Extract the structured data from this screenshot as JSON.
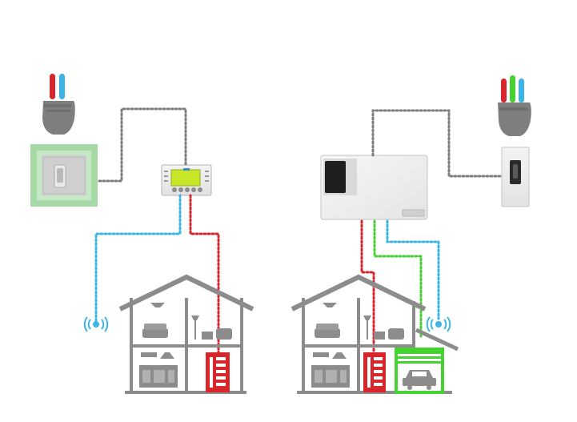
{
  "colors": {
    "background": "#ffffff",
    "line_gray": "#7f7f7f",
    "signal_blue": "#3cb4e6",
    "signal_red": "#d7262c",
    "signal_green": "#46d232",
    "house_gray": "#8c8c8c",
    "panel_green": "#a6d9a6",
    "lcd_green": "#c8e628",
    "door_red": "#d7262c",
    "garage_green": "#46d232"
  },
  "icons": {
    "left_gesture": "two-finger-hand-icon",
    "right_gesture": "three-finger-hand-icon",
    "left_reader": "fingerprint-reader-icon",
    "right_reader": "fingerprint-reader-icon",
    "left_controller": "control-unit-lcd-icon",
    "right_controller": "control-unit-box-icon",
    "wireless": "wireless-signal-icon",
    "car": "car-icon"
  },
  "systems": [
    {
      "id": "left",
      "finger_colors": [
        "#d7262c",
        "#3cb4e6"
      ],
      "controller_display": "lcd-with-buttons",
      "connections": [
        "reader-to-controller",
        "controller-to-wireless",
        "controller-to-front-door"
      ]
    },
    {
      "id": "right",
      "finger_colors": [
        "#d7262c",
        "#46d232",
        "#3cb4e6"
      ],
      "controller_display": "box-with-screen",
      "connections": [
        "reader-to-controller",
        "controller-to-front-door",
        "controller-to-garage",
        "controller-to-wireless"
      ]
    }
  ]
}
